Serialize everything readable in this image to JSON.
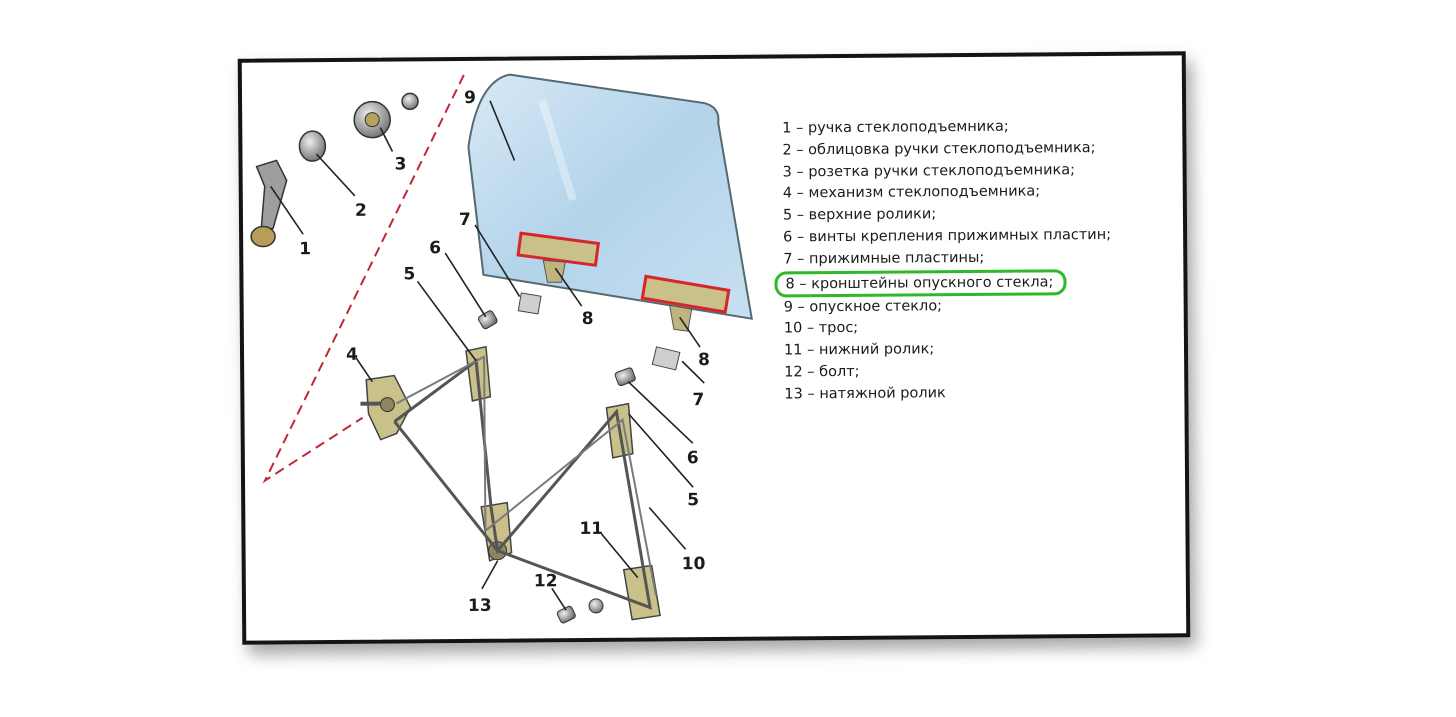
{
  "diagram": {
    "callouts": [
      "1",
      "2",
      "3",
      "4",
      "5",
      "6",
      "7",
      "8",
      "9",
      "10",
      "11",
      "12",
      "13"
    ],
    "legend": [
      "1 – ручка стеклоподъемника;",
      "2 – облицовка ручки стеклоподъемника;",
      "3 – розетка ручки стеклоподъемника;",
      "4 – механизм стеклоподъемника;",
      "5 – верхние ролики;",
      "6 – винты крепления прижимных пластин;",
      "7 – прижимные пластины;",
      "8 – кронштейны опускного стекла;",
      "9 – опускное стекло;",
      "10 – трос;",
      "11 – нижний ролик;",
      "12 – болт;",
      "13 – натяжной ролик"
    ],
    "highlighted_item": 8,
    "colors": {
      "highlight_ring": "#2fb82a",
      "bracket_outline": "#d6262b",
      "glass": "#bcd9ee",
      "metal": "#c9c08a",
      "dashed_line": "#c0283a"
    }
  }
}
